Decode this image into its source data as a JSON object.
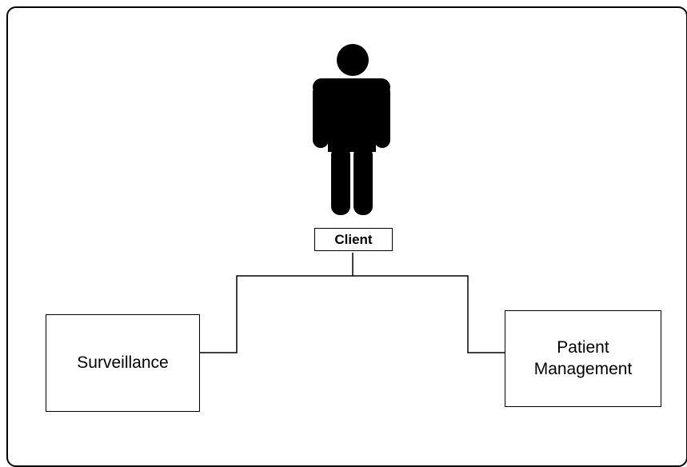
{
  "diagram": {
    "client_label": "Client",
    "left_box_label": "Surveillance",
    "right_box_label_line1": "Patient",
    "right_box_label_line2": "Management",
    "icon": "person-icon",
    "colors": {
      "stroke": "#000000",
      "background": "#ffffff"
    }
  }
}
